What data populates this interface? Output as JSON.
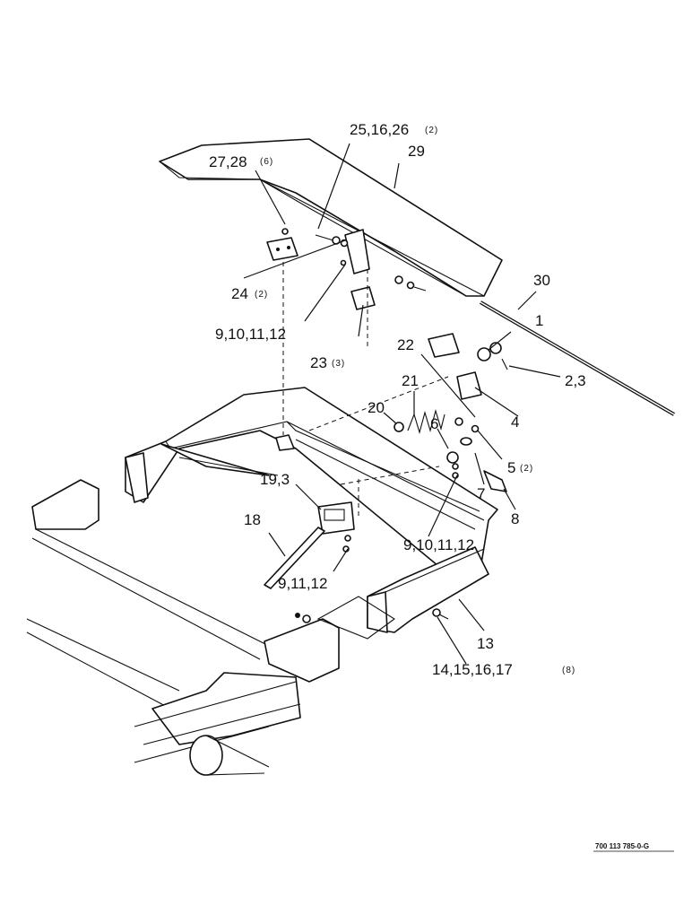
{
  "callouts": [
    {
      "id": "c-25",
      "text": "25,16,26",
      "qty": "(2)"
    },
    {
      "id": "c-29",
      "text": "29",
      "qty": ""
    },
    {
      "id": "c-27",
      "text": "27,28",
      "qty": "(6)"
    },
    {
      "id": "c-30",
      "text": "30",
      "qty": ""
    },
    {
      "id": "c-24",
      "text": "24",
      "qty": "(2)"
    },
    {
      "id": "c-1",
      "text": "1",
      "qty": ""
    },
    {
      "id": "c-9a",
      "text": "9,10,11,12",
      "qty": ""
    },
    {
      "id": "c-22",
      "text": "22",
      "qty": ""
    },
    {
      "id": "c-23",
      "text": "23",
      "qty": "(3)"
    },
    {
      "id": "c-2",
      "text": "2,3",
      "qty": ""
    },
    {
      "id": "c-21",
      "text": "21",
      "qty": ""
    },
    {
      "id": "c-20",
      "text": "20",
      "qty": ""
    },
    {
      "id": "c-6",
      "text": "6",
      "qty": ""
    },
    {
      "id": "c-4",
      "text": "4",
      "qty": ""
    },
    {
      "id": "c-5",
      "text": "5",
      "qty": "(2)"
    },
    {
      "id": "c-19",
      "text": "19,3",
      "qty": ""
    },
    {
      "id": "c-7",
      "text": "7",
      "qty": ""
    },
    {
      "id": "c-8",
      "text": "8",
      "qty": ""
    },
    {
      "id": "c-18",
      "text": "18",
      "qty": ""
    },
    {
      "id": "c-9b",
      "text": "9,10,11,12",
      "qty": ""
    },
    {
      "id": "c-9c",
      "text": "9,11,12",
      "qty": ""
    },
    {
      "id": "c-13",
      "text": "13",
      "qty": ""
    },
    {
      "id": "c-14",
      "text": "14,15,16,17",
      "qty": "(8)"
    }
  ],
  "drawing_code": "700 113 785-0-G"
}
